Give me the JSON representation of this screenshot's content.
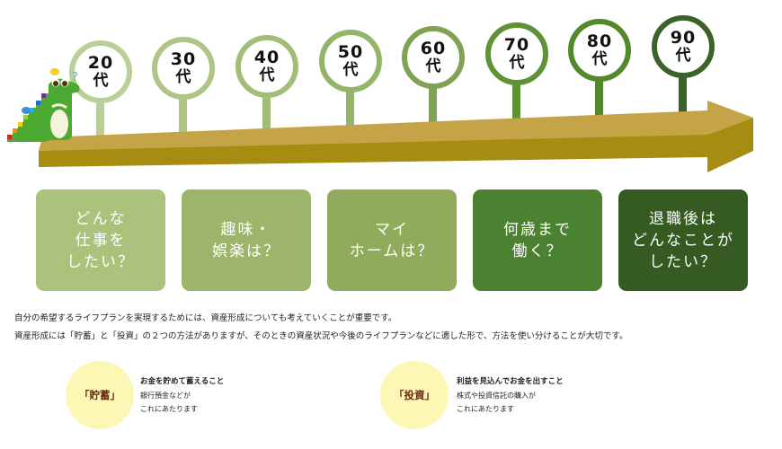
{
  "timeline": {
    "ages": [
      {
        "num": "20",
        "suffix": "代",
        "color": "#b9cf96"
      },
      {
        "num": "30",
        "suffix": "代",
        "color": "#adc686"
      },
      {
        "num": "40",
        "suffix": "代",
        "color": "#a2bd78"
      },
      {
        "num": "50",
        "suffix": "代",
        "color": "#94b468"
      },
      {
        "num": "60",
        "suffix": "代",
        "color": "#7fa353"
      },
      {
        "num": "70",
        "suffix": "代",
        "color": "#5e9234"
      },
      {
        "num": "80",
        "suffix": "代",
        "color": "#52892d"
      },
      {
        "num": "90",
        "suffix": "代",
        "color": "#3b6328"
      }
    ],
    "arrow_colors": {
      "top": "#c4a447",
      "front": "#a68c10"
    },
    "mascot": {
      "question_mark": "?"
    }
  },
  "cards": [
    {
      "text": "どんな\n仕事を\nしたい？",
      "color": "#abc27d"
    },
    {
      "text": "趣味・\n娯楽は？",
      "color": "#9cb56a"
    },
    {
      "text": "マイ\nホームは？",
      "color": "#90ab5c"
    },
    {
      "text": "何歳まで\n働く？",
      "color": "#4a8232"
    },
    {
      "text": "退職後は\nどんなことが\nしたい？",
      "color": "#355a22"
    }
  ],
  "description": {
    "line1": "自分の希望するライフプランを実現するためには、資産形成についても考えていくことが重要です。",
    "line2": "資産形成には「貯蓄」と「投資」の２つの方法がありますが、そのときの資産状況や今後のライフプランなどに適した形で、方法を使い分けることが大切です。"
  },
  "methods": [
    {
      "label": "「貯蓄」",
      "lead": "お金を貯めて蓄えること",
      "line2": "銀行預金などが",
      "line3": "これにあたります"
    },
    {
      "label": "「投資」",
      "lead": "利益を見込んでお金を出すこと",
      "line2": "株式や投資信託の購入が",
      "line3": "これにあたります"
    }
  ]
}
